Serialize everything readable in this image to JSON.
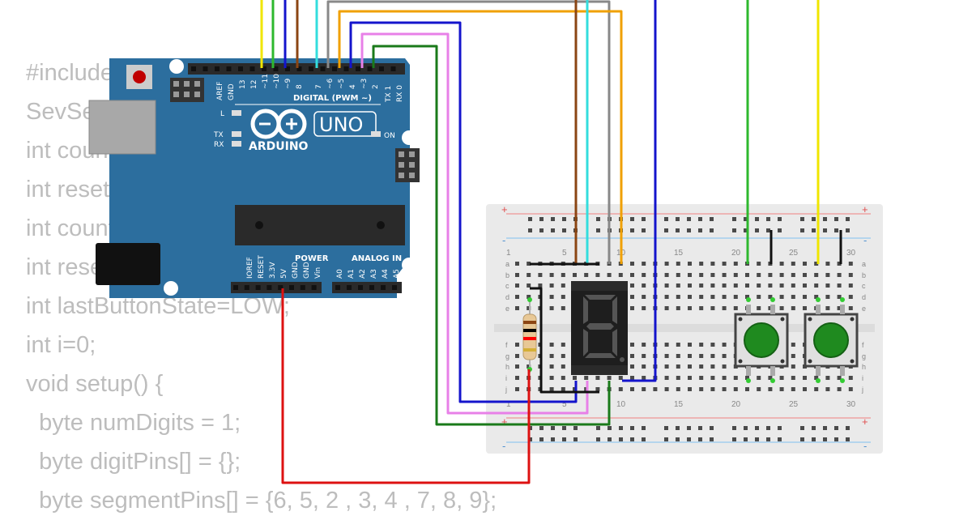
{
  "code_lines": [
    "#include \"SevSeg.h\"",
    "SevSeg sevseg;",
    "int count=0;",
    "int reset=0;",
    "int countButton=11;",
    "int resetButton=12;",
    "int lastButtonState=LOW;",
    "int i=0;",
    "void setup() {",
    "  byte numDigits = 1;",
    "  byte digitPins[] = {};",
    "  byte segmentPins[] = {6, 5, 2 , 3, 4 , 7, 8, 9};"
  ],
  "arduino": {
    "logo_text": "ARDUINO",
    "model": "UNO",
    "digital_header": "DIGITAL (PWM ~)",
    "power_header": "POWER",
    "analog_header": "ANALOG IN",
    "digital_pins": [
      "AREF",
      "GND",
      "13",
      "12",
      "~11",
      "~10",
      "~9",
      "8",
      "7",
      "~6",
      "~5",
      "4",
      "~3",
      "2",
      "TX 1",
      "RX 0"
    ],
    "power_pins": [
      "IOREF",
      "RESET",
      "3.3V",
      "5V",
      "GND",
      "GND",
      "Vin"
    ],
    "analog_pins": [
      "A0",
      "A1",
      "A2",
      "A3",
      "A4",
      "A5"
    ],
    "led_l": "L",
    "led_tx": "TX",
    "led_rx": "RX",
    "led_on": "ON",
    "board_color": "#2c6e9e"
  },
  "breadboard": {
    "column_numbers": [
      "1",
      "5",
      "10",
      "15",
      "20",
      "25",
      "30"
    ],
    "rows_top": [
      "a",
      "b",
      "c",
      "d",
      "e"
    ],
    "rows_bottom": [
      "f",
      "g",
      "h",
      "i",
      "j"
    ],
    "plus": "+",
    "minus": "-"
  },
  "components": {
    "display_digit": "8.",
    "button_color": "#1f8a1f",
    "resistor_bands": [
      "#8b4513",
      "#000000",
      "#ff0000",
      "#d4af37"
    ]
  },
  "wire_colors": {
    "yellow": "#f0e600",
    "green": "#2eb82e",
    "blue": "#1414cc",
    "brown": "#8b4513",
    "cyan": "#33dddd",
    "gray": "#888888",
    "orange": "#f0a000",
    "violet": "#e880e8",
    "darkgreen": "#1a7a1a",
    "red": "#dd1111",
    "black": "#111111"
  }
}
